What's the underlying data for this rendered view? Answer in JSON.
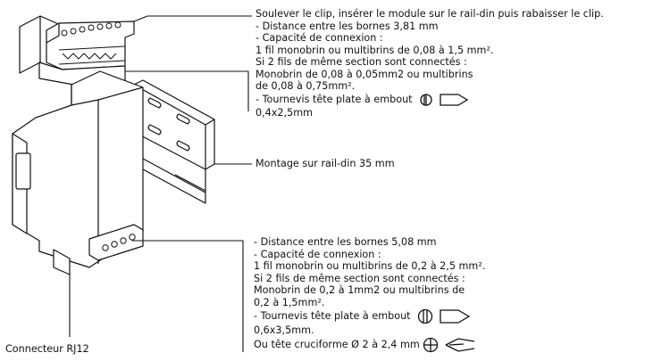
{
  "top_callout": {
    "lines": [
      "Soulever le clip, insérer le module sur le rail-din puis rabaisser le clip.",
      "- Distance entre les bornes 3,81 mm",
      "- Capacité de connexion :",
      "1 fil monobrin ou multibrins de 0,08 à 1,5 mm².",
      "Si 2 fils de même section sont connectés :",
      "Monobrin de 0,08 à 0,05mm2 ou multibrins",
      "de 0,08 à 0,75mm².",
      "- Tournevis tête plate à embout",
      "0,4x2,5mm"
    ]
  },
  "middle_callout": {
    "text": "Montage sur rail-din 35 mm"
  },
  "bottom_callout": {
    "lines": [
      "- Distance entre les bornes 5,08 mm",
      "- Capacité de connexion :",
      "1 fil monobrin ou multibrins de 0,2 à 2,5 mm².",
      "Si 2 fils de même section sont connectés :",
      "Monobrin de 0,2 à 1mm2 ou multibrins de",
      "0,2 à 1,5mm².",
      "- Tournevis tête plate à embout",
      "0,6x3,5mm.",
      "Ou tête cruciforme Ø 2 à 2,4 mm"
    ]
  },
  "left_label": {
    "text": "Connecteur RJ12"
  },
  "icons": {
    "flat_screwdriver": "flat-head-screwdriver-icon",
    "phillips_screwdriver": "phillips-screwdriver-icon"
  }
}
